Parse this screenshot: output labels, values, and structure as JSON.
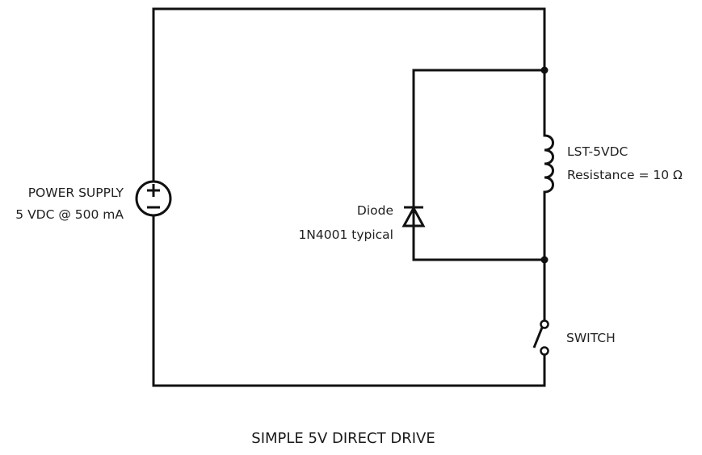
{
  "diagram": {
    "title": "SIMPLE 5V DIRECT DRIVE",
    "components": {
      "power_supply": {
        "label_line1": "POWER SUPPLY",
        "label_line2": "5 VDC @ 500 mA",
        "plus_symbol": "+",
        "minus_symbol": "−"
      },
      "relay_coil": {
        "label_line1": "LST-5VDC",
        "label_line2": "Resistance = 10 Ω"
      },
      "diode": {
        "label_line1": "Diode",
        "label_line2": "1N4001 typical"
      },
      "switch": {
        "label": "SWITCH"
      }
    },
    "colors": {
      "wire": "#111111",
      "text": "#222222",
      "background": "#ffffff"
    }
  }
}
